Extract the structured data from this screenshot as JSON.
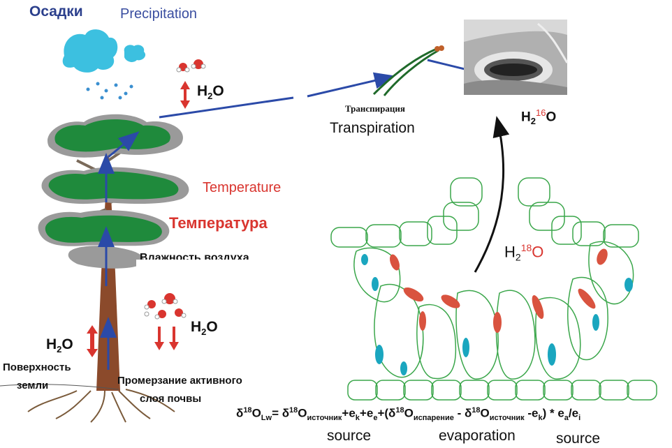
{
  "labels": {
    "precipitation_ru": "Осадки",
    "precipitation_en": "Precipitation",
    "h2o": "H",
    "h2o_sub": "2",
    "h2o_o": "O",
    "transpiration_ru": "Транспирация",
    "transpiration_en": "Transpiration",
    "temperature_en": "Temperature",
    "temperature_ru": "Температура",
    "humidity_ru_fragment": "Влажность воздуха",
    "h216o_h": "H",
    "h216o_sub": "2",
    "h216o_sup": "16",
    "h216o_o": "O",
    "h218o_h": "H",
    "h218o_sub": "2",
    "h218o_sup": "18",
    "h218o_o": "O",
    "surface_ru_1": "Поверхность",
    "surface_ru_2": "земли",
    "freezing_ru_1": "Промерзание активного",
    "freezing_ru_2": "слоя почвы",
    "source_1": "source",
    "evaporation": "evaporation",
    "source_2": "source"
  },
  "formula": {
    "delta": "δ",
    "sup18": "18",
    "o": "O",
    "sub_lw": "Lw",
    "eq": "= ",
    "sub_source": "источник",
    "ek": "+e",
    "k": "k",
    "ee": "+e",
    "e": "e",
    "open": "+(",
    "sub_evap": "испарение",
    "minus": " - ",
    "minus_ek": " -e",
    "close_mult": ") * e",
    "a": "a",
    "slash": "/e",
    "i": "i"
  },
  "colors": {
    "arrow_blue": "#2b4aa8",
    "red": "#d9352f",
    "tree_green": "#1f8a3c",
    "cell_green": "#3aa64a",
    "cyan": "#1aa6bf",
    "cloud": "#3cc0e0"
  }
}
